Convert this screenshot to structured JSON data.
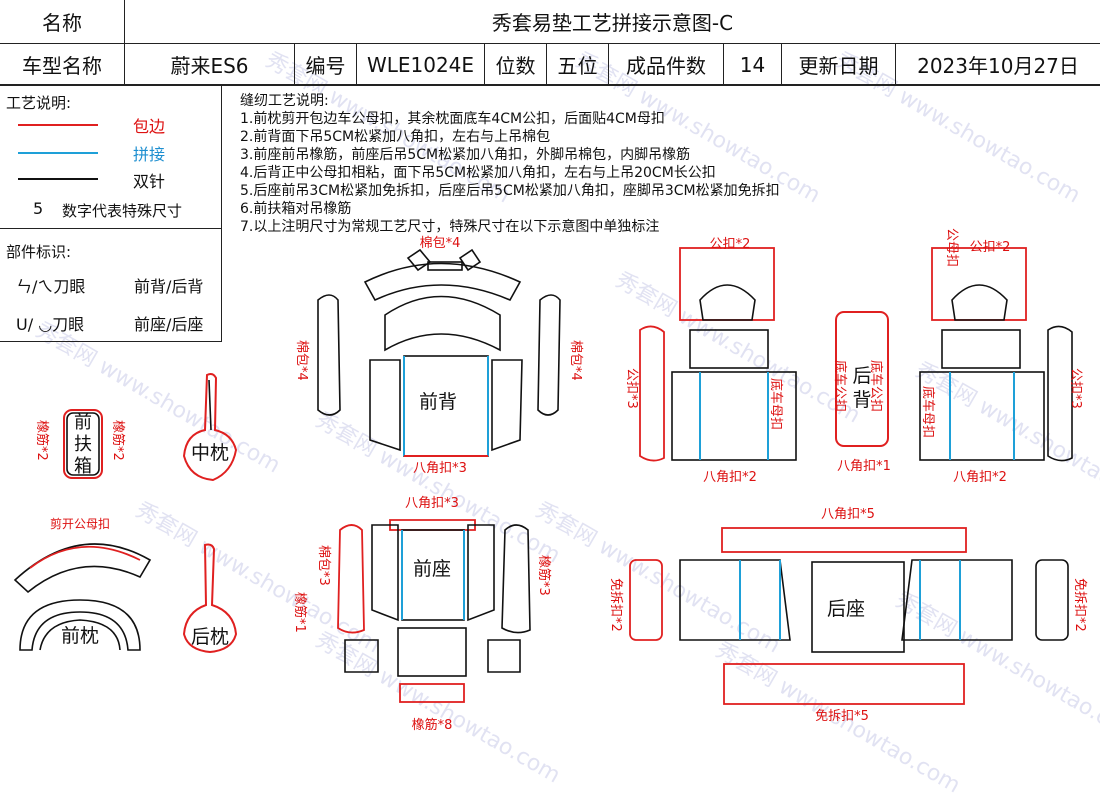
{
  "header": {
    "name_label": "名称",
    "title": "秀套易垫工艺拼接示意图-C",
    "model_label": "车型名称",
    "model_value": "蔚来ES6",
    "code_label": "编号",
    "code_value": "WLE1024E",
    "seats_label": "位数",
    "seats_value": "五位",
    "pieces_label": "成品件数",
    "pieces_value": "14",
    "date_label": "更新日期",
    "date_value": "2023年10月27日"
  },
  "legend": {
    "title": "工艺说明:",
    "items": [
      {
        "label": "包边",
        "color": "#e02020"
      },
      {
        "label": "拼接",
        "color": "#1ea0d8"
      },
      {
        "label": "双针",
        "color": "#111111"
      }
    ],
    "number_sample": "5",
    "number_desc": "数字代表特殊尺寸"
  },
  "parts_id": {
    "title": "部件标识:",
    "row1_symbols": "ㄣ/ㄟ刀眼",
    "row1_desc": "前背/后背",
    "row2_symbols": "U/ ◡刀眼",
    "row2_desc": "前座/后座"
  },
  "sewing": {
    "title": "缝纫工艺说明:",
    "lines": [
      "1.前枕剪开包边车公母扣，其余枕面底车4CM公扣，后面贴4CM母扣",
      "2.前背面下吊5CM松紧加八角扣，左右与上吊棉包",
      "3.前座前吊橡筋，前座后吊5CM松紧加八角扣，外脚吊棉包，内脚吊橡筋",
      "4.后背正中公母扣相粘，面下吊5CM松紧加八角扣，左右与上吊20CM长公扣",
      "5.后座前吊3CM松紧加免拆扣，后座后吊5CM松紧加八角扣，座脚吊3CM松紧加免拆扣",
      "6.前扶箱对吊橡筋",
      "7.以上注明尺寸为常规工艺尺寸，特殊尺寸在以下示意图中单独标注"
    ]
  },
  "pieces": {
    "front_armrest": "前扶箱",
    "mid_pillow": "中枕",
    "front_pillow": "前枕",
    "rear_pillow": "后枕",
    "front_back": "前背",
    "front_seat": "前座",
    "rear_back": "后背",
    "rear_seat": "后座"
  },
  "annotations": {
    "armrest_left": "橡筋*2",
    "armrest_right": "橡筋*2",
    "front_pillow_cut": "剪开公母扣",
    "cotton_pack_top": "棉包*4",
    "front_back_left": "棉包*4",
    "front_back_right": "棉包*4",
    "front_back_bottom": "八角扣*3",
    "front_seat_top": "八角扣*3",
    "front_seat_left_a": "棉包*3",
    "front_seat_left_b": "橡筋*1",
    "front_seat_right": "橡筋*3",
    "front_seat_bottom": "橡筋*8",
    "rear_back_left_top": "公扣*2",
    "rear_back_left_side": "公扣*3",
    "rear_back_left_mid": "底车母扣",
    "rear_back_left_bottom": "八角扣*2",
    "rear_back_center_label": "底车公扣",
    "rear_back_center_label2": "底车公扣",
    "rear_back_center_bottom": "八角扣*1",
    "rear_back_right_top_a": "公母扣",
    "rear_back_right_top_b": "公扣*2",
    "rear_back_right_side": "公扣*3",
    "rear_back_right_mid": "底车母扣",
    "rear_back_right_bottom": "八角扣*2",
    "rear_seat_top": "八角扣*5",
    "rear_seat_left": "免拆扣*2",
    "rear_seat_right": "免拆扣*2",
    "rear_seat_bottom": "免拆扣*5"
  },
  "watermark": "秀套网 www.showtao.com"
}
